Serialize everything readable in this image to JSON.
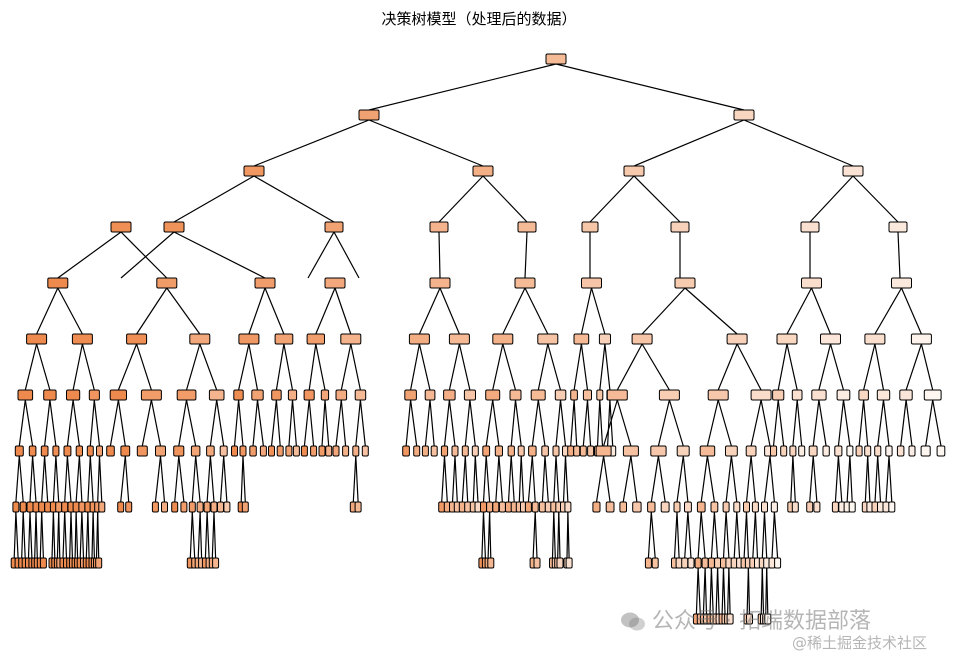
{
  "title": "决策树模型（处理后的数据）",
  "watermark": {
    "primary": "公众号 · 拓端数据部落",
    "secondary": "@稀土掘金技术社区"
  },
  "colors": {
    "node_deep": "#ee8a4e",
    "node_light": "#fdf6f1",
    "edge": "#000000",
    "node_border": "#000000"
  },
  "icons": [
    "wechat-icon"
  ]
}
